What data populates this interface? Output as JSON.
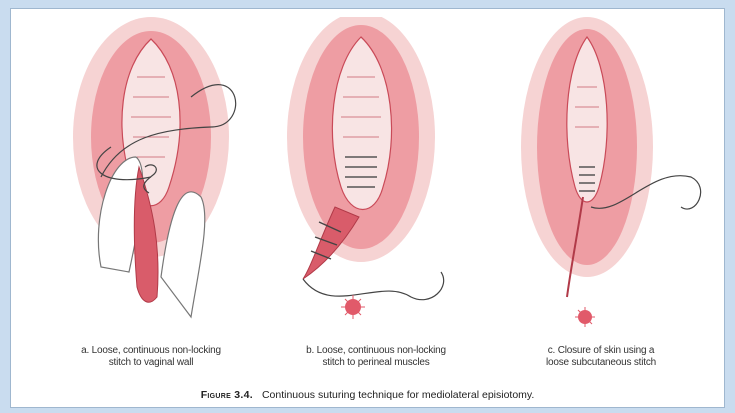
{
  "panels": [
    {
      "caption_line1": "a. Loose, continuous non-locking",
      "caption_line2": "stitch to vaginal wall"
    },
    {
      "caption_line1": "b. Loose, continuous non-locking",
      "caption_line2": "stitch to perineal muscles"
    },
    {
      "caption_line1": "c. Closure of skin using a",
      "caption_line2": "loose subcutaneous stitch"
    }
  ],
  "figure": {
    "label": "Figure 3.4.",
    "title": "Continuous suturing technique for mediolateral episiotomy."
  },
  "colors": {
    "tissue_outer": "#f3c3c3",
    "tissue_mid": "#e48a90",
    "tissue_dark": "#c94a58",
    "suture": "#444444",
    "background": "#c9dcef"
  }
}
